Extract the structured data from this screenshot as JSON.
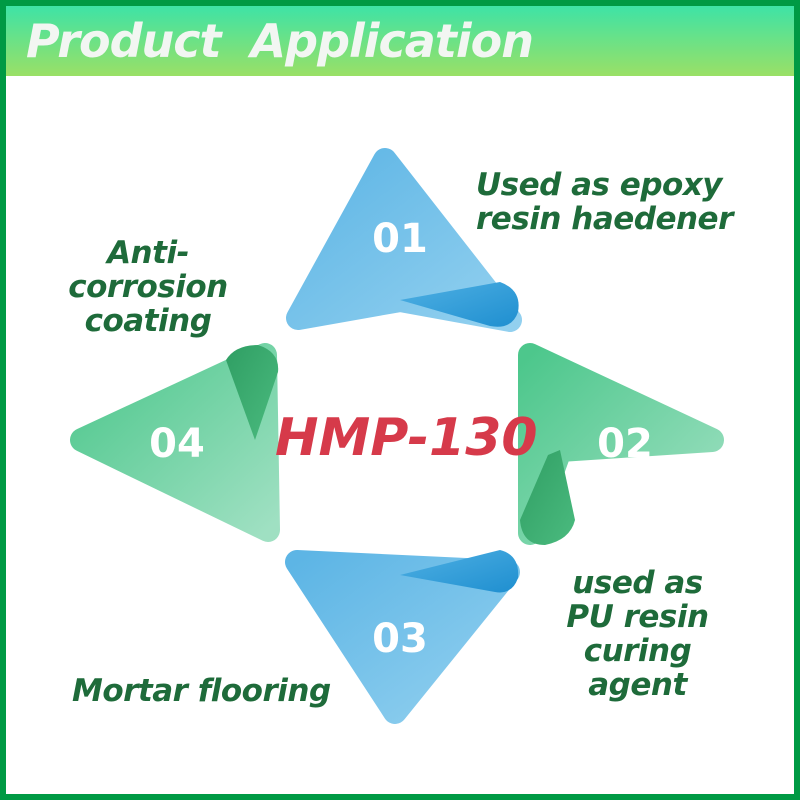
{
  "header": {
    "title": "Product  Application"
  },
  "center_label": "HMP-130",
  "items": [
    {
      "number": "01",
      "label_line1": "Used as epoxy",
      "label_line2": "resin haedener"
    },
    {
      "number": "02",
      "label_line1": "used as",
      "label_line2": "PU resin",
      "label_line3": "curing agent"
    },
    {
      "number": "03",
      "label_line1": "Mortar flooring"
    },
    {
      "number": "04",
      "label_line1": "Anti-corrosion",
      "label_line2": "coating"
    }
  ],
  "colors": {
    "border": "#009a44",
    "blue": "#6bbde8",
    "green": "#5ccf98",
    "title_red": "#d63a4a",
    "label_green": "#1e6b3a"
  }
}
